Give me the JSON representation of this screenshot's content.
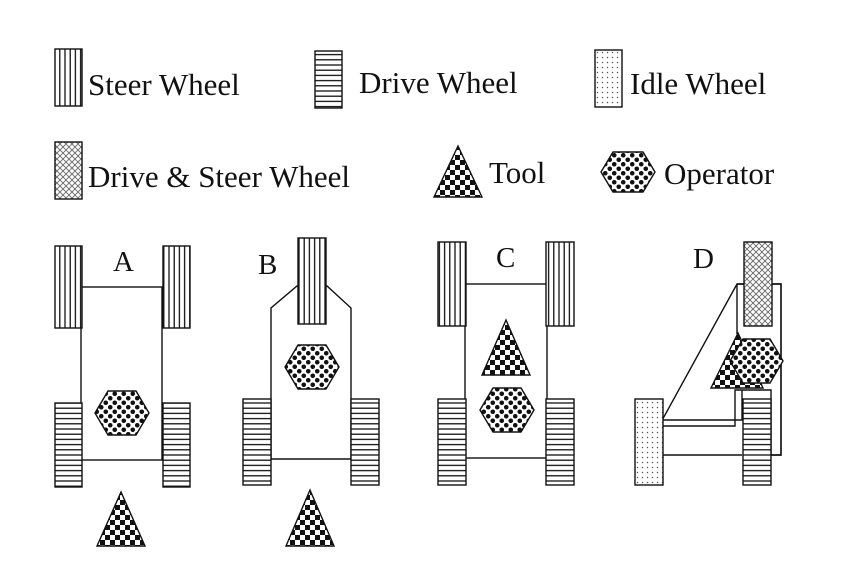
{
  "legend": {
    "steer_wheel": "Steer Wheel",
    "drive_wheel": "Drive Wheel",
    "idle_wheel": "Idle Wheel",
    "drive_steer_wheel": "Drive & Steer Wheel",
    "tool": "Tool",
    "operator": "Operator"
  },
  "configurations": {
    "a": "A",
    "b": "B",
    "c": "C",
    "d": "D"
  },
  "colors": {
    "line": "#111111",
    "background": "#ffffff"
  }
}
